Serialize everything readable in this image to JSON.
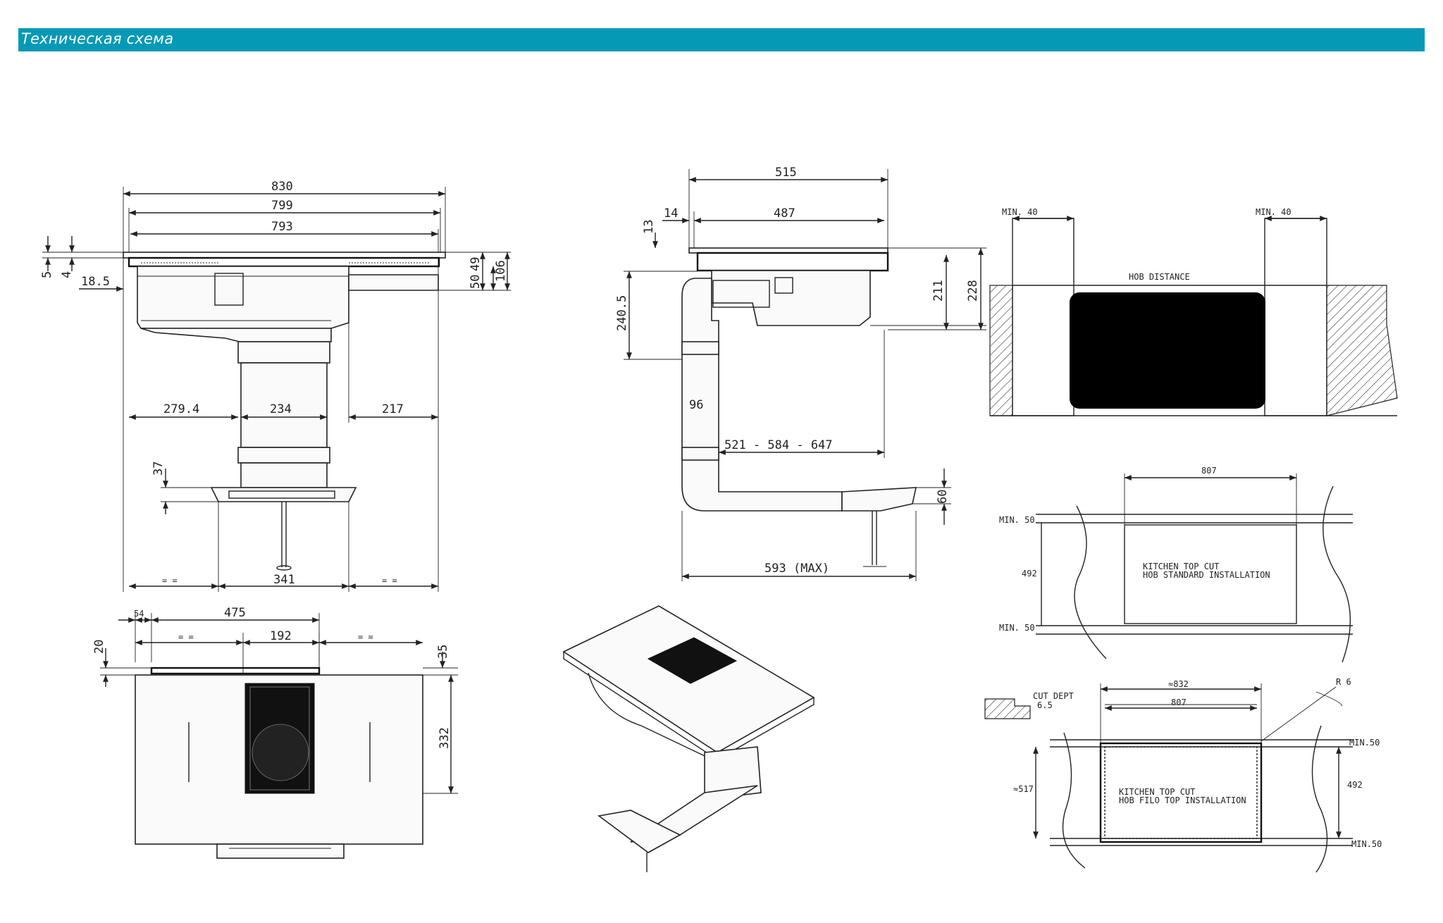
{
  "header": {
    "title": "Техническая схема"
  },
  "front_view": {
    "width_overall": "830",
    "width_inner": "799",
    "width_cut": "793",
    "left_offset": "279.4",
    "duct_width": "234",
    "right_offset": "217",
    "side_depth": "18.5",
    "glass_thickness": "5",
    "frame_thickness": "4",
    "height_49": "49",
    "height_50": "50",
    "height_106": "106",
    "foot_height": "37",
    "base_width": "341",
    "equal_left": "= =",
    "equal_right": "= ="
  },
  "side_view": {
    "depth_overall": "515",
    "depth_inner": "487",
    "offset_14": "14",
    "offset_13": "13",
    "height_240": "240.5",
    "height_211": "211",
    "height_228": "228",
    "duct_96": "96",
    "extension": "521 - 584 - 647",
    "foot_60": "60",
    "max_length": "593 (MAX)"
  },
  "top_view": {
    "offset_54": "54",
    "width_475": "475",
    "vent_width": "192",
    "equal_left": "= =",
    "equal_right": "= =",
    "height_20": "20",
    "height_35": "35",
    "depth_332": "332"
  },
  "hob_distance": {
    "min_left": "MIN. 40",
    "min_right": "MIN. 40",
    "label": "HOB DISTANCE"
  },
  "standard_install": {
    "width": "807",
    "depth": "492",
    "min_top": "MIN. 50",
    "min_bottom": "MIN. 50",
    "label_line1": "KITCHEN TOP CUT",
    "label_line2": "HOB STANDARD INSTALLATION"
  },
  "flush_install": {
    "cut_label": "CUT DEPT",
    "cut_depth": "6.5",
    "outer_width": "≈832",
    "width": "807",
    "radius": "R 6",
    "outer_depth": "≈517",
    "depth": "492",
    "min_top": "MIN.50",
    "min_bottom": "MIN.50",
    "label_line1": "KITCHEN TOP CUT",
    "label_line2": "HOB FILO TOP INSTALLATION"
  }
}
